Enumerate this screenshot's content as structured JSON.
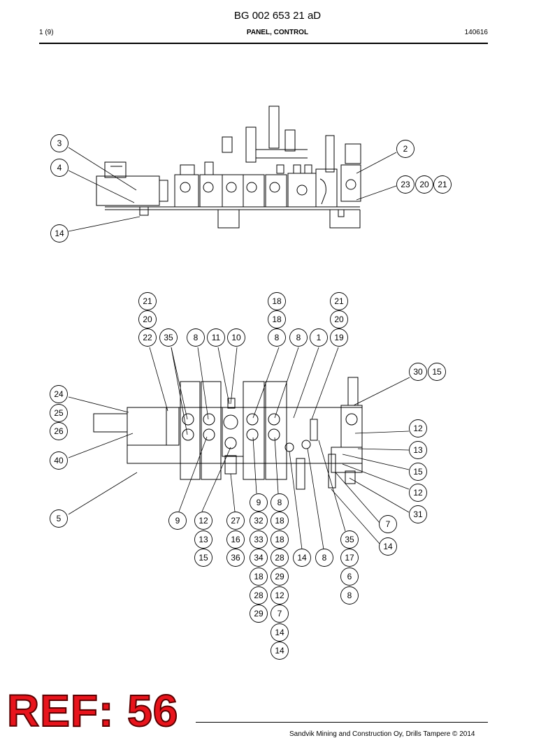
{
  "header": {
    "doc_number": "BG 002 653 21 aD",
    "page": "1 (9)",
    "title": "PANEL, CONTROL",
    "date": "140616"
  },
  "footer": {
    "ref_stamp": "REF: 56",
    "copyright": "Sandvik Mining and Construction Oy, Drills Tampere © 2014"
  },
  "callouts_top_view": [
    "3",
    "4",
    "14",
    "2",
    "23",
    "20",
    "21"
  ],
  "callouts_front_view": [
    "21",
    "20",
    "22",
    "35",
    "8",
    "11",
    "10",
    "18",
    "18",
    "8",
    "8",
    "1",
    "21",
    "20",
    "19",
    "30",
    "15",
    "24",
    "25",
    "26",
    "40",
    "5",
    "12",
    "13",
    "15",
    "12",
    "31",
    "7",
    "14",
    "9",
    "8",
    "9",
    "12",
    "27",
    "32",
    "18",
    "13",
    "16",
    "33",
    "18",
    "35",
    "15",
    "36",
    "34",
    "28",
    "14",
    "8",
    "17",
    "18",
    "29",
    "6",
    "28",
    "12",
    "8",
    "29",
    "7",
    "14",
    "14"
  ]
}
